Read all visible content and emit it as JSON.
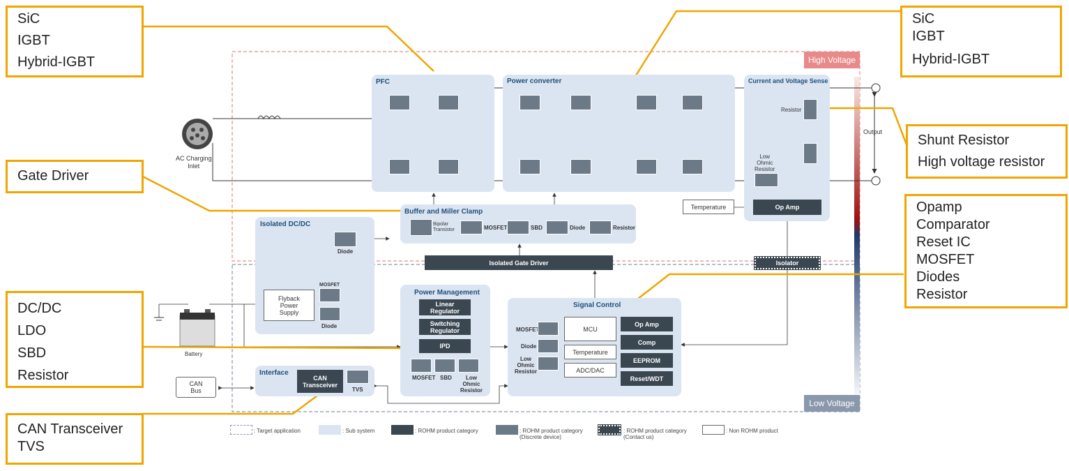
{
  "callouts": {
    "top_left": [
      "SiC",
      "IGBT",
      "Hybrid-IGBT"
    ],
    "top_right": [
      "SiC",
      "IGBT",
      "Hybrid-IGBT"
    ],
    "gate_driver": [
      "Gate Driver"
    ],
    "shunt": [
      "Shunt Resistor",
      "High voltage resistor"
    ],
    "opamp": [
      "Opamp",
      "Comparator",
      "Reset IC",
      "MOSFET",
      "Diodes",
      "Resistor"
    ],
    "dcdc": [
      "DC/DC",
      "LDO",
      "SBD",
      "Resistor"
    ],
    "can": [
      "CAN Transceiver",
      "TVS"
    ]
  },
  "zones": {
    "high_voltage": "High Voltage",
    "low_voltage": "Low Voltage"
  },
  "blocks": {
    "pfc": "PFC",
    "power_converter": "Power converter",
    "current_sense": "Current and Voltage Sense",
    "buffer": "Buffer and Miller Clamp",
    "isolated_dcdc": "Isolated DC/DC",
    "power_management": "Power Management",
    "signal_control": "Signal Control",
    "interface": "Interface"
  },
  "labels": {
    "ac_inlet_1": "AC Charging",
    "ac_inlet_2": "Inlet",
    "output": "Output",
    "resistor": "Resistor",
    "low_ohmic_1": "Low",
    "low_ohmic_2": "Ohmic",
    "low_ohmic_3": "Resistor",
    "temperature": "Temperature",
    "op_amp": "Op Amp",
    "isolator": "Isolator",
    "isolated_gate_driver": "Isolated Gate Driver",
    "bipolar_1": "Bipolar",
    "bipolar_2": "Transistor",
    "mosfet": "MOSFET",
    "sbd": "SBD",
    "diode": "Diode",
    "battery": "Battery",
    "flyback_1": "Flyback",
    "flyback_2": "Power",
    "flyback_3": "Supply",
    "linear_reg_1": "Linear",
    "linear_reg_2": "Regulator",
    "switching_reg_1": "Switching",
    "switching_reg_2": "Regulator",
    "ipd": "IPD",
    "mcu": "MCU",
    "adc_dac": "ADC/DAC",
    "comp": "Comp",
    "eeprom": "EEPROM",
    "reset_wdt": "Reset/WDT",
    "can_bus_1": "CAN",
    "can_bus_2": "Bus",
    "can_trans_1": "CAN",
    "can_trans_2": "Transceiver",
    "tvs": "TVS"
  },
  "legend": {
    "target": ": Target application",
    "subsystem": ": Sub system",
    "rohm": ": ROHM product category",
    "rohm_discrete_1": ": ROHM product category",
    "rohm_discrete_2": "(Discrete device)",
    "rohm_contact_1": ": ROHM product category",
    "rohm_contact_2": "(Contact us)",
    "non_rohm": ": Non ROHM product"
  },
  "colors": {
    "accent": "#f0a500",
    "dark_block": "#3a4650",
    "subsystem": "#dbe5f2",
    "high_voltage": "#e88a8a",
    "low_voltage": "#8a98ab"
  }
}
